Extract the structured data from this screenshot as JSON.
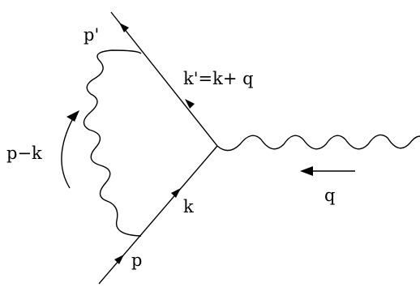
{
  "diagram": {
    "labels": {
      "p_out": "p'",
      "k_prime": "k'=k+ q",
      "loop_momentum": "p−k",
      "k": "k",
      "q": "q",
      "p_in": "p"
    },
    "colors": {
      "ink": "#000000",
      "background": "#ffffff"
    }
  }
}
